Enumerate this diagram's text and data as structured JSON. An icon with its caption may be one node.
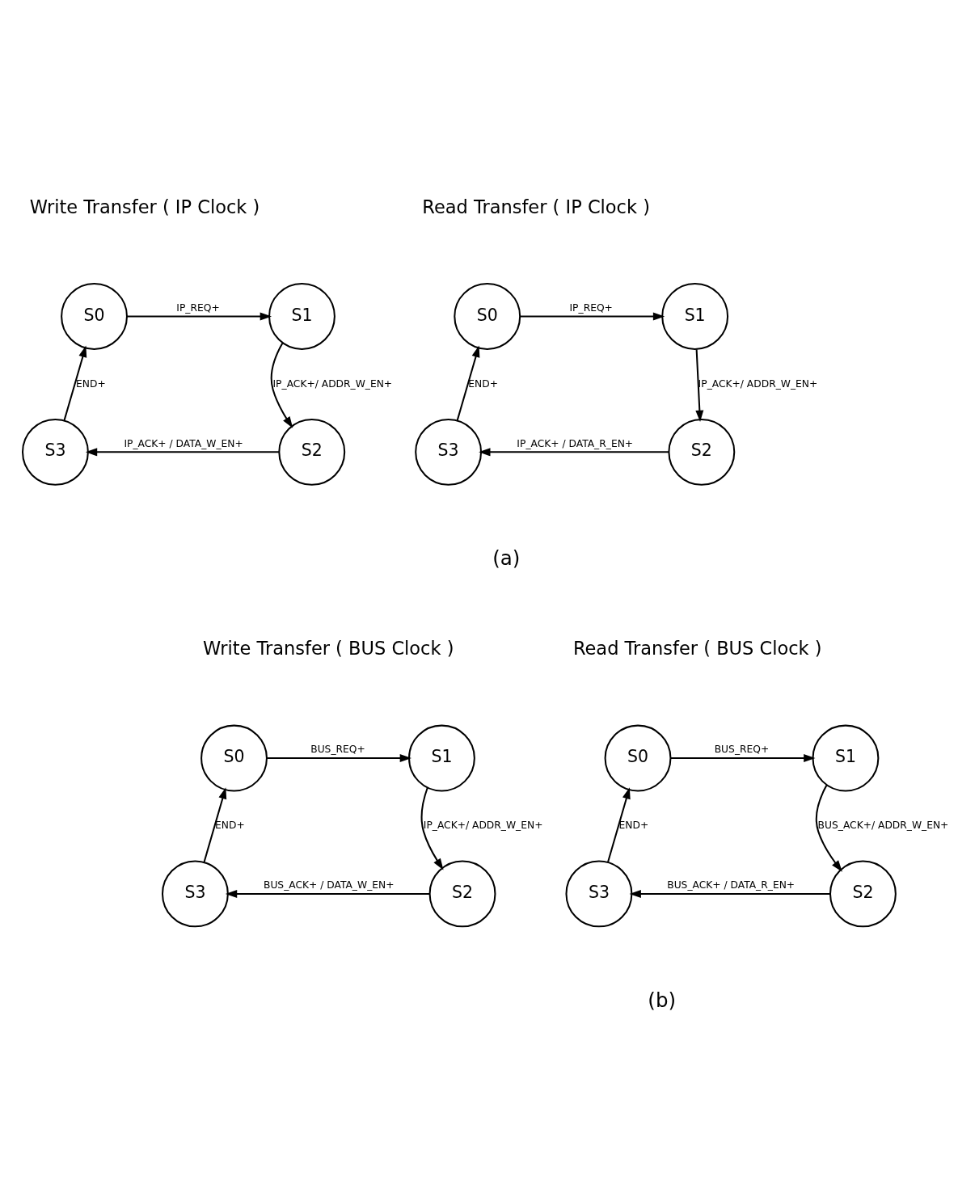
{
  "diagram": {
    "nodes": [
      {
        "text": [
          "S0"
        ]
      },
      {
        "text": [
          "S1"
        ]
      },
      {
        "text": [
          "S2"
        ]
      },
      {
        "text": [
          "S3"
        ]
      },
      {
        "text": [
          "S0"
        ]
      },
      {
        "text": [
          "S1"
        ]
      },
      {
        "text": [
          "S2"
        ]
      },
      {
        "text": [
          "S3"
        ]
      },
      {
        "text": [
          "S0"
        ]
      },
      {
        "text": [
          "S1"
        ]
      },
      {
        "text": [
          "S2"
        ]
      },
      {
        "text": [
          "S3"
        ]
      },
      {
        "text": [
          "S0"
        ]
      },
      {
        "text": [
          "S1"
        ]
      },
      {
        "text": [
          "S2"
        ]
      },
      {
        "text": [
          "S3"
        ]
      }
    ],
    "edges": [
      {
        "from": 0,
        "to": 1,
        "arrow": "to",
        "label": "IP_REQ+"
      },
      {
        "from": 1,
        "to": 2,
        "arrow": "to",
        "label": "IP_ACK+/ ADDR_W_EN+"
      },
      {
        "from": 2,
        "to": 3,
        "arrow": "to",
        "label": "IP_ACK+ / DATA_W_EN+"
      },
      {
        "from": 3,
        "to": 0,
        "arrow": "to",
        "label": "END+"
      },
      {
        "from": 4,
        "to": 5,
        "arrow": "to",
        "label": "IP_REQ+"
      },
      {
        "from": 5,
        "to": 6,
        "arrow": "to",
        "label": "IP_ACK+/ ADDR_W_EN+"
      },
      {
        "from": 6,
        "to": 7,
        "arrow": "to",
        "label": "IP_ACK+ / DATA_R_EN+"
      },
      {
        "from": 7,
        "to": 4,
        "arrow": "to",
        "label": "END+"
      },
      {
        "from": 8,
        "to": 9,
        "arrow": "to",
        "label": "BUS_REQ+"
      },
      {
        "from": 9,
        "to": 10,
        "arrow": "to",
        "label": "IP_ACK+/ ADDR_W_EN+"
      },
      {
        "from": 10,
        "to": 11,
        "arrow": "to",
        "label": "BUS_ACK+ / DATA_W_EN+"
      },
      {
        "from": 11,
        "to": 8,
        "arrow": "to",
        "label": "END+"
      },
      {
        "from": 12,
        "to": 13,
        "arrow": "to",
        "label": "BUS_REQ+"
      },
      {
        "from": 13,
        "to": 14,
        "arrow": "to",
        "label": "BUS_ACK+/ ADDR_W_EN+"
      },
      {
        "from": 14,
        "to": 15,
        "arrow": "to",
        "label": "BUS_ACK+ / DATA_R_EN+"
      },
      {
        "from": 15,
        "to": 12,
        "arrow": "to",
        "label": "END+"
      }
    ],
    "labels": [
      "Write Transfer ( IP Clock )",
      "Read Transfer ( IP Clock )",
      "(a)",
      "Write Transfer ( BUS Clock )",
      "Read Transfer ( BUS Clock )",
      "(b)"
    ]
  }
}
